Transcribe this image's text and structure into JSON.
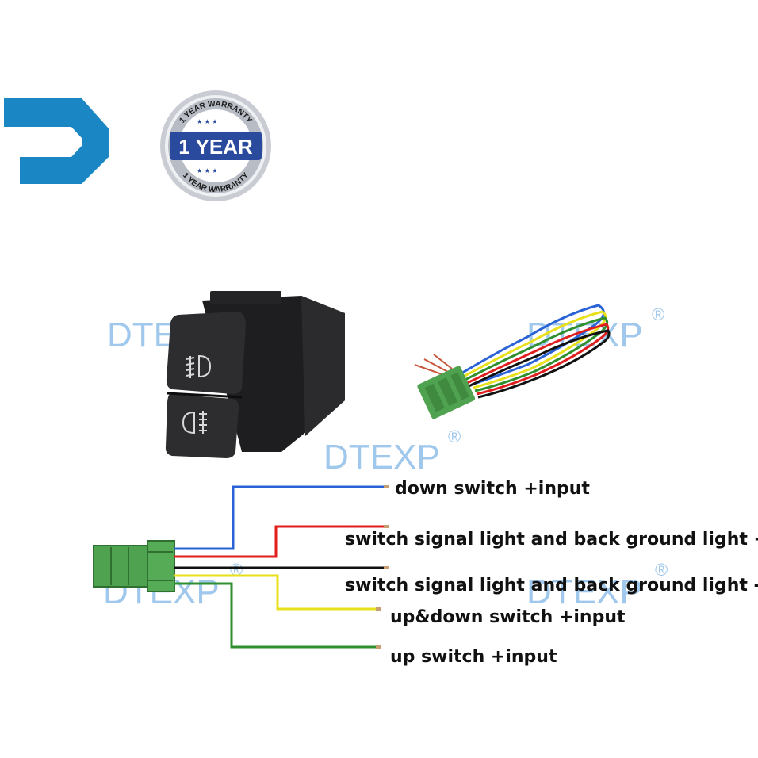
{
  "brand": {
    "logo_icon": "d-letter-logo-icon",
    "logo_color": "#1b86c4"
  },
  "warranty_badge": {
    "icon": "warranty-seal-icon",
    "top_text": "1 YEAR WARRANTY",
    "center_text": "1 YEAR",
    "bottom_text": "1 YEAR WARRANTY",
    "color": "#2a4a9e"
  },
  "watermarks": [
    {
      "text": "DTEXP",
      "reg": "®"
    },
    {
      "text": "DTEXP",
      "reg": "®"
    },
    {
      "text": "DTEXP",
      "reg": "®"
    },
    {
      "text": "DTEXP",
      "reg": "®"
    },
    {
      "text": "DTEXP",
      "reg": "®"
    }
  ],
  "product": {
    "switch_icon": "fog-light-switch-icon",
    "harness_icon": "wire-harness-icon",
    "connector_color": "#4fa24f"
  },
  "wiring": [
    {
      "label": "down switch +input",
      "color": "#2a63d6"
    },
    {
      "label": "switch signal light and back ground light +",
      "color": "#e01e1e"
    },
    {
      "label": "switch signal light and back ground light -",
      "color": "#111111"
    },
    {
      "label": "up&down switch +input",
      "color": "#e8e01a"
    },
    {
      "label": "up switch +input",
      "color": "#2f8f2f"
    }
  ]
}
